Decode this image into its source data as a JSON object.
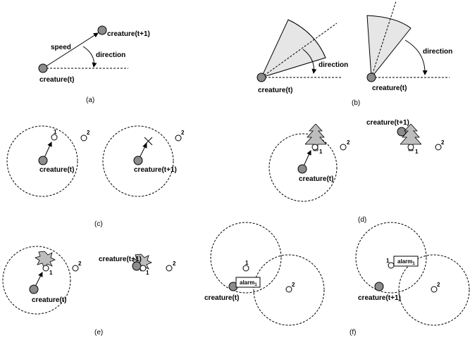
{
  "figure": {
    "panels": {
      "a": "(a)",
      "b": "(b)",
      "c": "(c)",
      "d": "(d)",
      "e": "(e)",
      "f": "(f)"
    },
    "labels": {
      "creature_t": "creature(t)",
      "creature_t1": "creature(t+1)",
      "speed": "speed",
      "direction": "direction",
      "one": "1",
      "two": "2",
      "alarm": "alarm",
      "alarm_sub": "1"
    }
  }
}
